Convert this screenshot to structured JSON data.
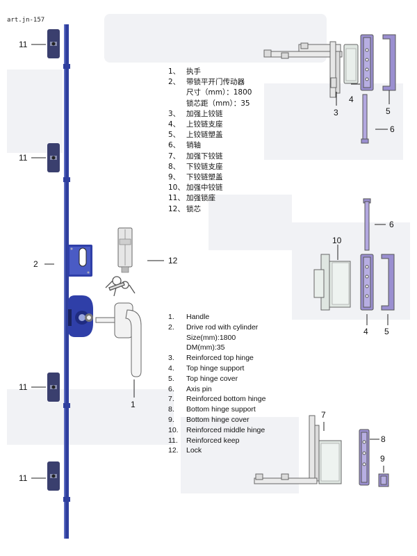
{
  "art_code": "art.jn-157",
  "callouts": {
    "c11a": "11",
    "c11b": "11",
    "c2": "2",
    "c12": "12",
    "c1": "1",
    "c11c": "11",
    "c11d": "11",
    "c3": "3",
    "c4a": "4",
    "c5a": "5",
    "c6a": "6",
    "c6b": "6",
    "c10": "10",
    "c4b": "4",
    "c5b": "5",
    "c7": "7",
    "c8": "8",
    "c9": "9"
  },
  "legend_cn": [
    {
      "num": "1、",
      "text": "执手"
    },
    {
      "num": "2、",
      "text": "带锁平开门传动器"
    },
    {
      "num": "",
      "text": "尺寸（mm）：1800"
    },
    {
      "num": "",
      "text": "锁芯距（mm）：35"
    },
    {
      "num": "3、",
      "text": "加强上铰链"
    },
    {
      "num": "4、",
      "text": "上铰链支座"
    },
    {
      "num": "5、",
      "text": "上铰链塑盖"
    },
    {
      "num": "6、",
      "text": "销轴"
    },
    {
      "num": "7、",
      "text": "加强下铰链"
    },
    {
      "num": "8、",
      "text": "下铰链支座"
    },
    {
      "num": "9、",
      "text": "下铰链塑盖"
    },
    {
      "num": "10、",
      "text": "加强中铰链"
    },
    {
      "num": "11、",
      "text": "加强锁座"
    },
    {
      "num": "12、",
      "text": "锁芯"
    }
  ],
  "legend_en": [
    {
      "num": "1.",
      "text": "Handle"
    },
    {
      "num": "2.",
      "text": "Drive rod with cylinder"
    },
    {
      "num": "",
      "text": "Size(mm):1800"
    },
    {
      "num": "",
      "text": "DM(mm):35"
    },
    {
      "num": "3.",
      "text": "Reinforced top hinge"
    },
    {
      "num": "4.",
      "text": "Top hinge support"
    },
    {
      "num": "5.",
      "text": "Top hinge cover"
    },
    {
      "num": "6.",
      "text": "Axis pin"
    },
    {
      "num": "7.",
      "text": "Reinforced bottom hinge"
    },
    {
      "num": "8.",
      "text": "Bottom hinge support"
    },
    {
      "num": "9.",
      "text": "Bottom hinge cover"
    },
    {
      "num": "10.",
      "text": "Reinforced middle hinge"
    },
    {
      "num": "11.",
      "text": "Reinforced keep"
    },
    {
      "num": "12.",
      "text": "Lock"
    }
  ],
  "colors": {
    "rod": "#2f3f9e",
    "keep": "#3a3f6e",
    "purple": "#9a8fd0",
    "grayPart": "#dde3df",
    "outline": "#555555",
    "watermark": "#f0f1f4"
  }
}
